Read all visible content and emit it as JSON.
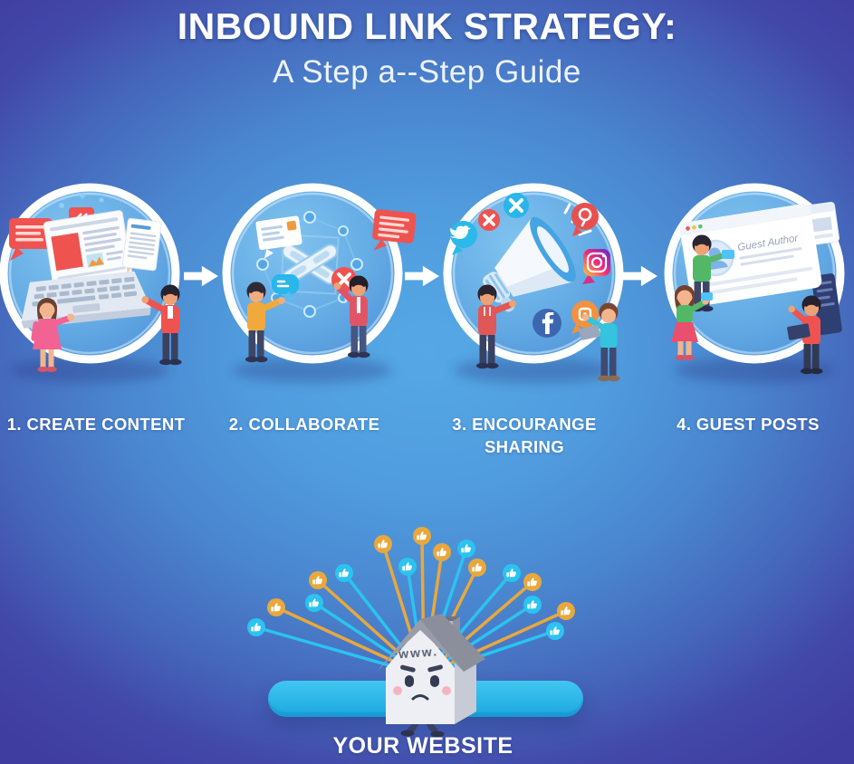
{
  "header": {
    "title": "INBOUND LINK STRATEGY:",
    "subtitle": "A Step a--Step Guide"
  },
  "steps": [
    {
      "label": "1. CREATE CONTENT",
      "illustration": "content-creation-laptop",
      "icons": [
        "speech-bubble-icon",
        "edit-tag-icon",
        "webpage-icon",
        "pencil-icon",
        "document-icon",
        "laptop-icon"
      ]
    },
    {
      "label": "2. COLLABORATE",
      "illustration": "collaboration-network",
      "icons": [
        "network-nodes-icon",
        "chain-link-icon",
        "x-badge-icon",
        "note-card-icon",
        "chat-bubble-icon",
        "comment-bubble-icon"
      ]
    },
    {
      "label": "3. ENCOURANGE SHARING",
      "illustration": "megaphone-social-sharing",
      "icons": [
        "megaphone-icon",
        "twitter-bird-icon",
        "x-cross-icon",
        "instagram-icon",
        "facebook-icon",
        "social-bubble-icon"
      ]
    },
    {
      "label": "4. GUEST POSTS",
      "illustration": "guest-author-browser",
      "browser_text": "Guest Author",
      "icons": [
        "browser-window-icon",
        "avatar-icon",
        "sidebar-panel-icon"
      ]
    }
  ],
  "website": {
    "label": "YOUR WEBSITE",
    "house_text": "www.",
    "link_colors": {
      "gold": "#E9A83C",
      "cyan": "#2BC3F1"
    },
    "bar_color": "#27B1E6"
  },
  "palette": {
    "bg_center": "#55A8E5",
    "bg_edge": "#403DA0",
    "ring": "#FFFFFF",
    "accent_red": "#EF5350",
    "facebook_blue": "#3E66B0",
    "instagram_pink": "#D63084",
    "teal": "#29B6EA"
  }
}
